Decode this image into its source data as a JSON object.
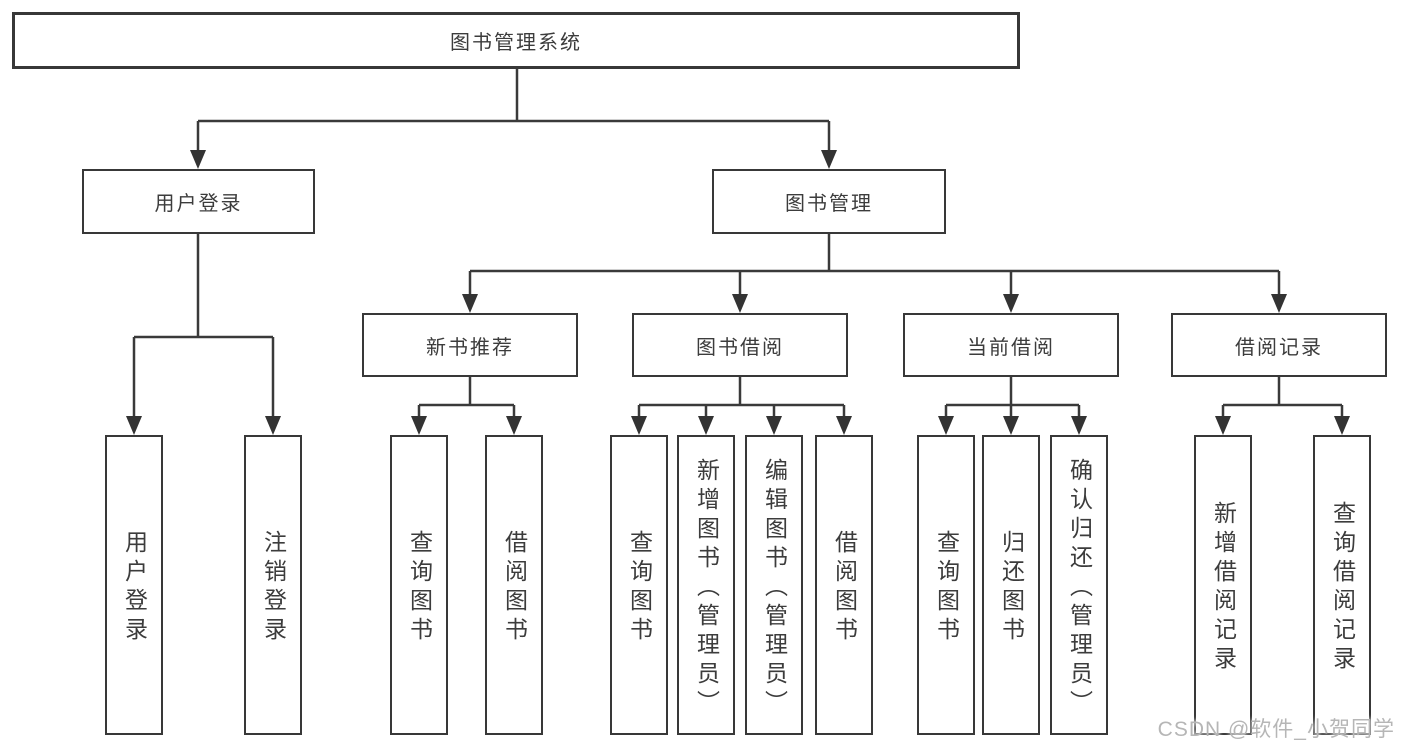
{
  "tree": {
    "root": "图书管理系统",
    "branches": [
      {
        "label": "用户登录",
        "children": [
          "用户登录",
          "注销登录"
        ]
      },
      {
        "label": "图书管理",
        "groups": [
          {
            "label": "新书推荐",
            "children": [
              "查询图书",
              "借阅图书"
            ]
          },
          {
            "label": "图书借阅",
            "children": [
              "查询图书",
              "新增图书（管理员）",
              "编辑图书（管理员）",
              "借阅图书"
            ]
          },
          {
            "label": "当前借阅",
            "children": [
              "查询图书",
              "归还图书",
              "确认归还（管理员）"
            ]
          },
          {
            "label": "借阅记录",
            "children": [
              "新增借阅记录",
              "查询借阅记录"
            ]
          }
        ]
      }
    ]
  },
  "watermark": "CSDN @软件_小贺同学",
  "colors": {
    "line": "#3a3a3a",
    "box_border": "#383838",
    "text": "#3c3c3c",
    "watermark": "#b6b6b6",
    "background": "#ffffff"
  }
}
